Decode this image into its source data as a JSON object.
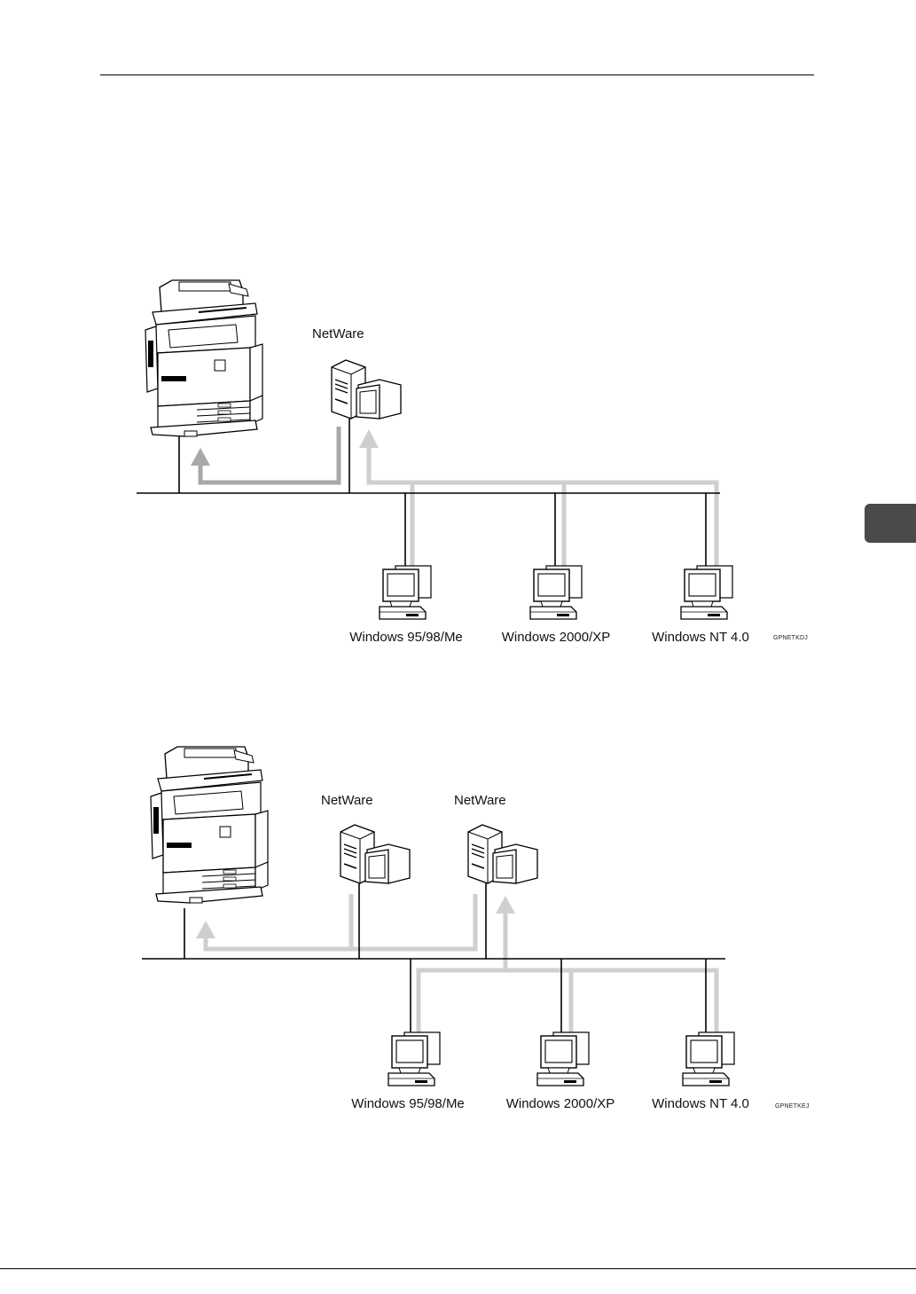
{
  "diagrams": [
    {
      "id": "single-server",
      "servers": [
        {
          "label": "NetWare"
        }
      ],
      "clients": [
        {
          "label": "Windows 95/98/Me"
        },
        {
          "label": "Windows 2000/XP"
        },
        {
          "label": "Windows NT 4.0"
        }
      ],
      "code": "GPNETKDJ"
    },
    {
      "id": "dual-server",
      "servers": [
        {
          "label": "NetWare"
        },
        {
          "label": "NetWare"
        }
      ],
      "clients": [
        {
          "label": "Windows 95/98/Me"
        },
        {
          "label": "Windows 2000/XP"
        },
        {
          "label": "Windows NT 4.0"
        }
      ],
      "code": "GPNETKEJ"
    }
  ],
  "colors": {
    "line": "#000000",
    "flow_dark": "#a8a8a8",
    "flow_light": "#cfcfcf",
    "tab": "#4a4a4a"
  }
}
